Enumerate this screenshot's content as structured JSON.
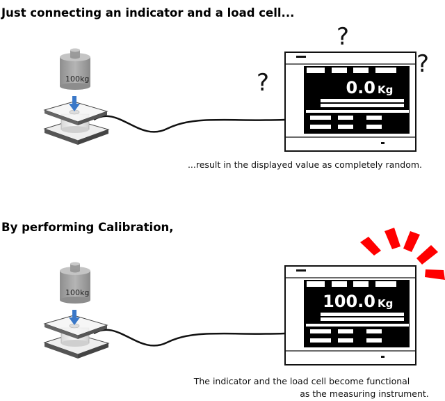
{
  "section1": {
    "title": "Just connecting an indicator and a load cell...",
    "weight_label": "100kg",
    "display_value": "0.0",
    "display_unit": "Kg",
    "question_mark": "?",
    "caption": "...result in the displayed value as completely random."
  },
  "section2": {
    "title": "By performing Calibration,",
    "weight_label": "100kg",
    "display_value": "100.0",
    "display_unit": "Kg",
    "caption_line1": "The indicator and the load cell become functional",
    "caption_line2": "as the measuring instrument."
  },
  "colors": {
    "arrow": "#3a78c8",
    "burst": "#ff0000",
    "weight": "#a9a9a9",
    "screen": "#000000"
  }
}
